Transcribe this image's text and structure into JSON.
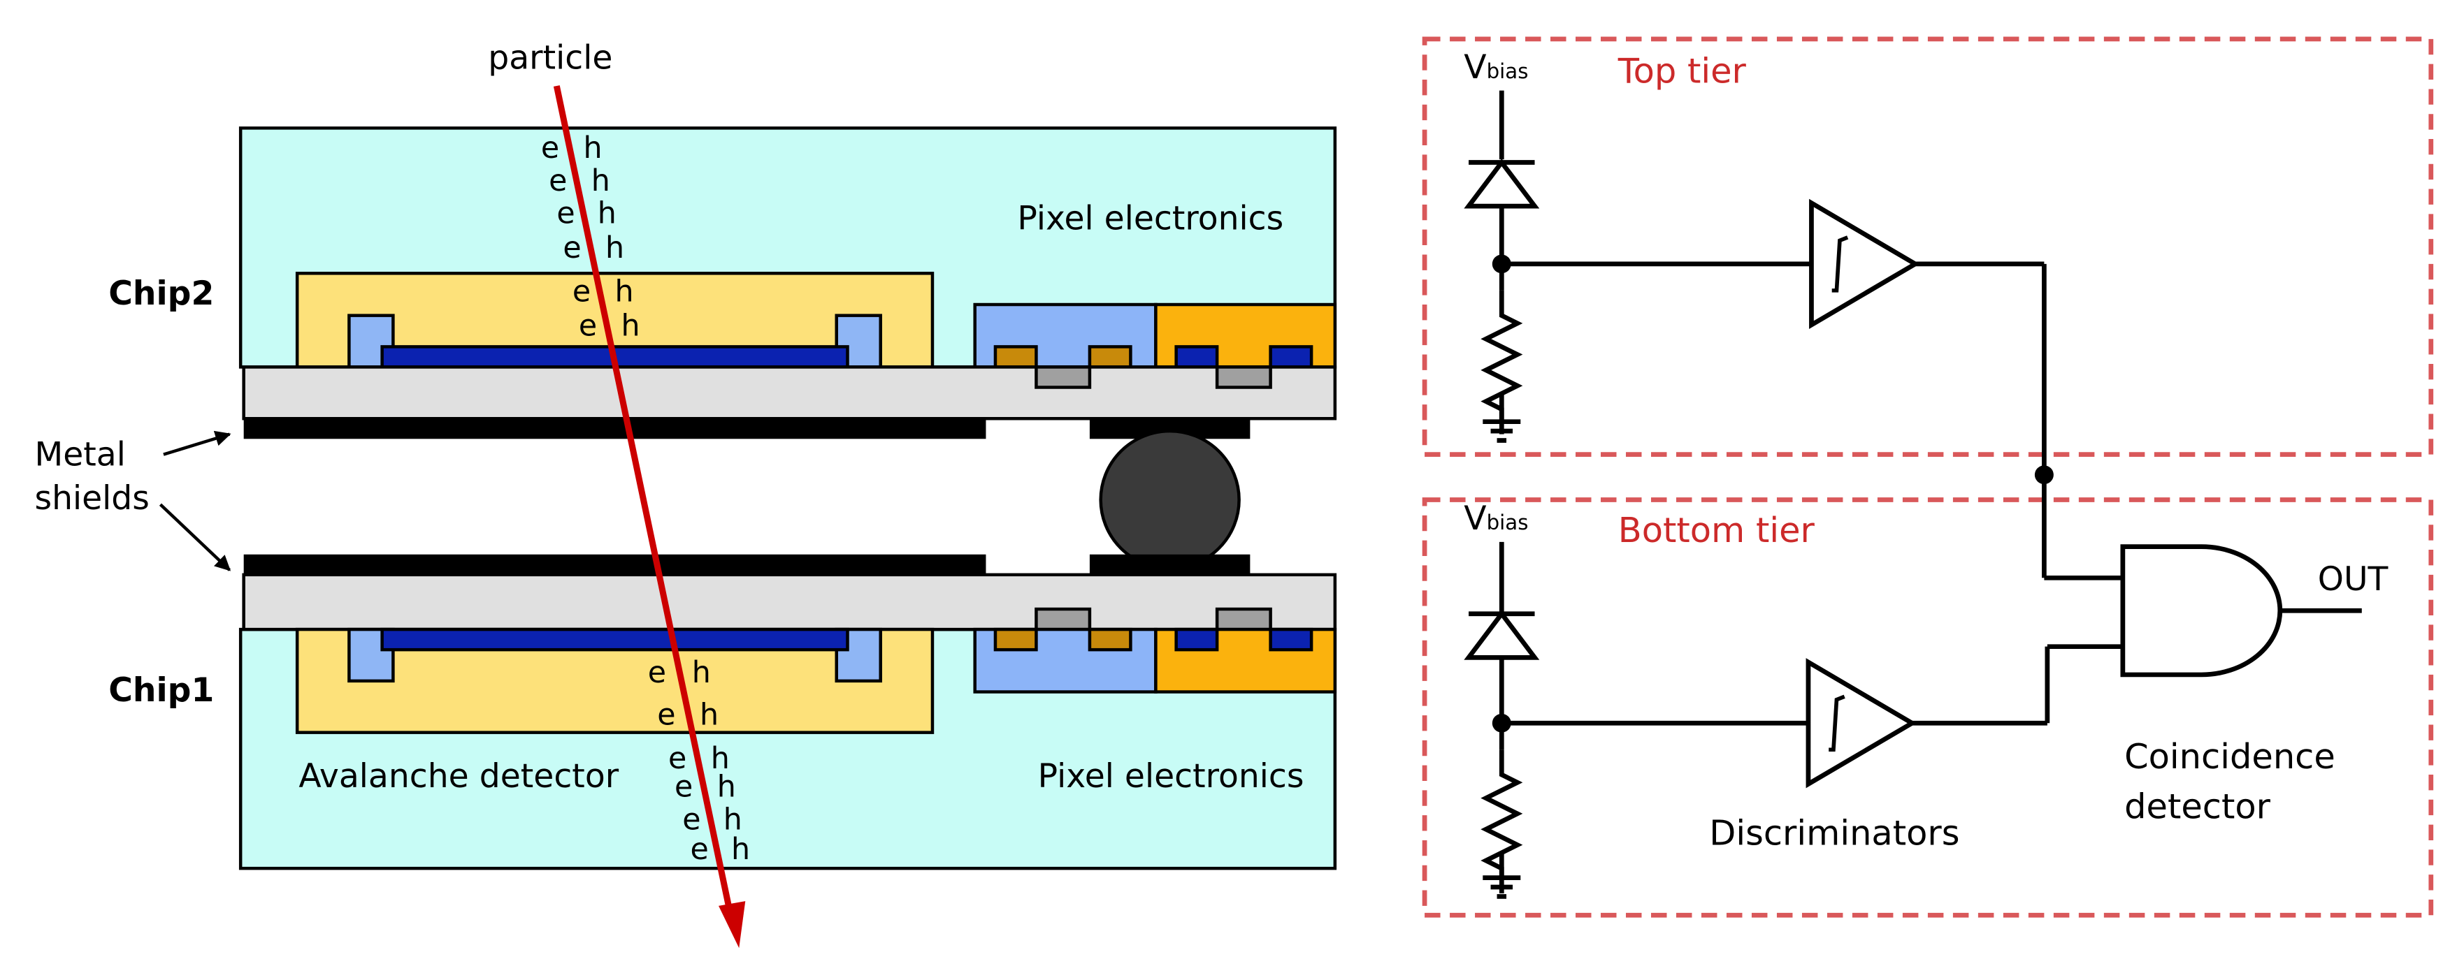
{
  "labels": {
    "particle": "particle",
    "chip2": "Chip2",
    "chip1": "Chip1",
    "metal_shields_line1": "Metal",
    "metal_shields_line2": "shields",
    "pixel_electronics_top": "Pixel electronics",
    "pixel_electronics_bottom": "Pixel electronics",
    "avalanche_detector": "Avalanche detector",
    "top_tier": "Top tier",
    "bottom_tier": "Bottom tier",
    "vbias_main": "V",
    "vbias_sub": "bias",
    "discriminators": "Discriminators",
    "coincidence_line1": "Coincidence",
    "coincidence_line2": "detector",
    "out": "OUT"
  },
  "carriers": {
    "electron": "e",
    "hole": "h"
  },
  "colors": {
    "chip_fill": "#c8fcf6",
    "detector_fill": "#fde17a",
    "implant_fill": "#0b22b0",
    "contact_fill": "#8fb6f5",
    "electronics_blue": "#8cb4f8",
    "electronics_orange": "#fbb20d",
    "contact_gold": "#c88a0b",
    "metal_gray": "#a0a0a0",
    "interconnect_fill": "#e0e0e0",
    "bump_fill": "#3a3a3a",
    "particle_track": "#cc0000",
    "tier_border": "#d9585a"
  }
}
